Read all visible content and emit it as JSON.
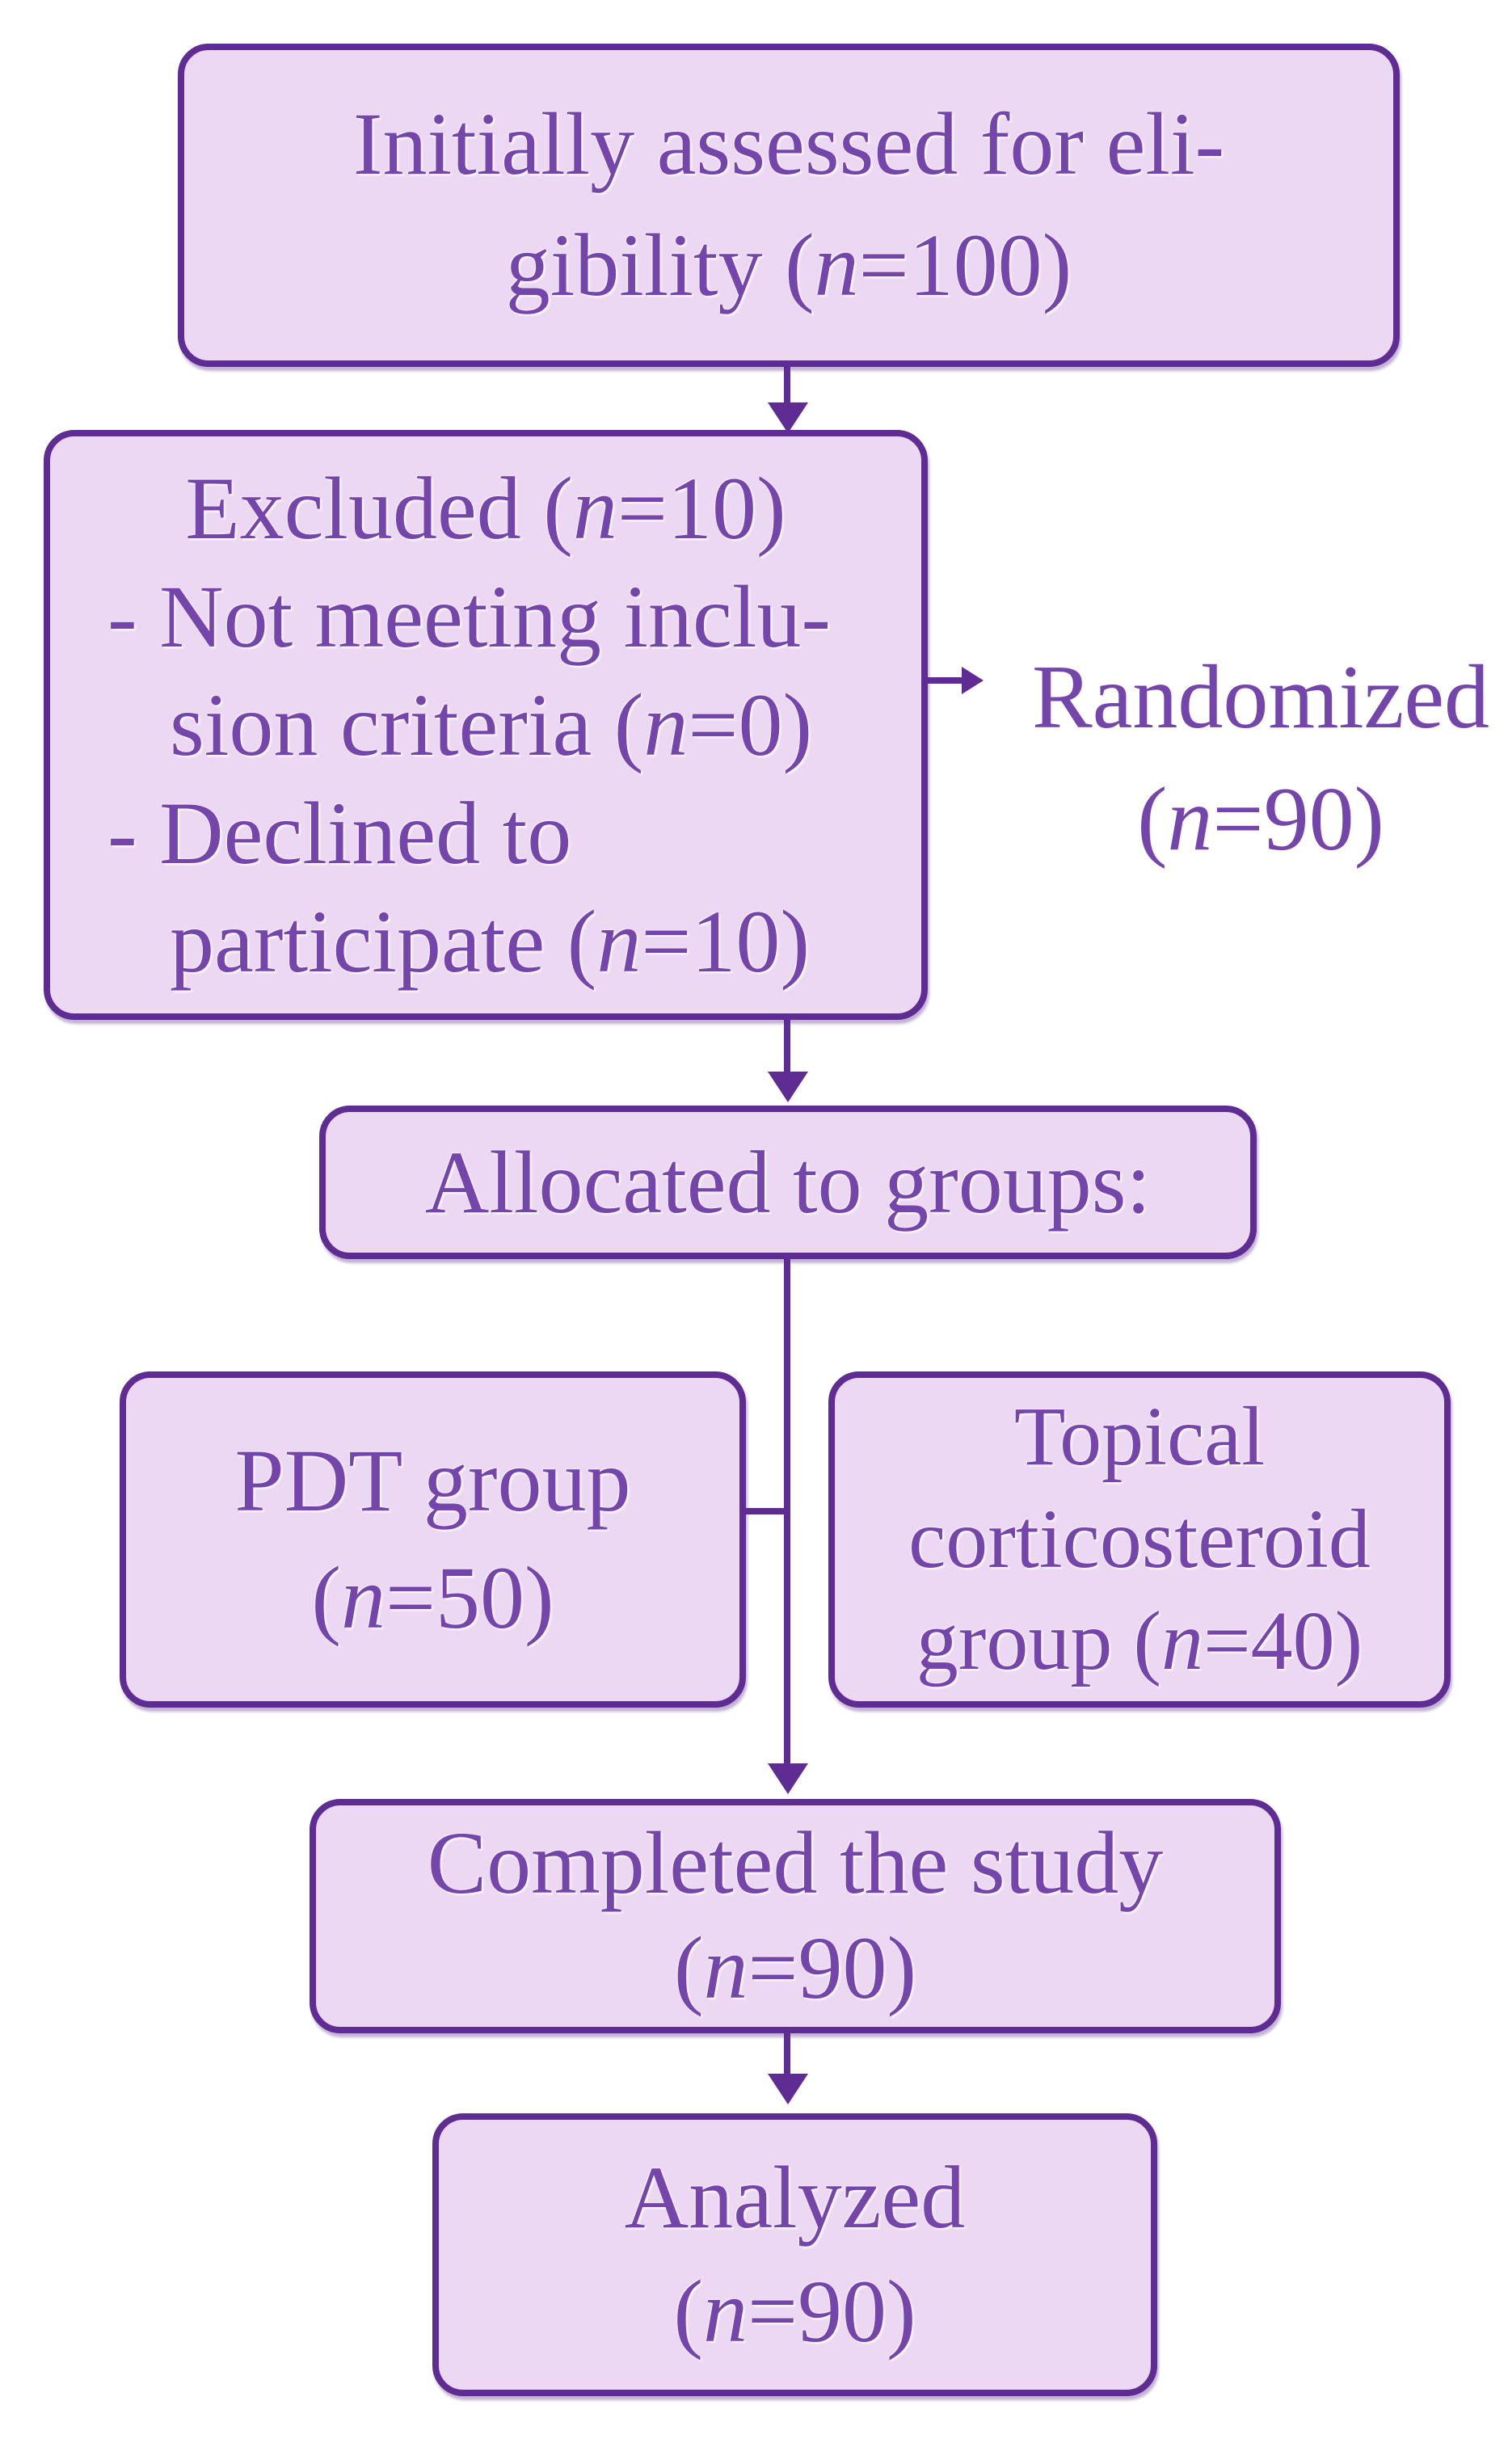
{
  "colors": {
    "page_bg": "#ffffff",
    "box_fill": "#ecd8f3",
    "box_border": "#5e2c93",
    "connector": "#5e2c93",
    "text_color": "#7445aa"
  },
  "flowchart": {
    "initially_assessed": {
      "lines": [
        [
          {
            "t": "Initially assessed for eli-"
          }
        ],
        [
          {
            "t": "gibility ("
          },
          {
            "t": "n",
            "i": true
          },
          {
            "t": "=100)"
          }
        ]
      ]
    },
    "excluded": {
      "lines": [
        [
          {
            "t": "Excluded ("
          },
          {
            "t": "n",
            "i": true
          },
          {
            "t": "=10)"
          }
        ],
        [
          {
            "t": "- Not meeting inclu-"
          }
        ],
        [
          {
            "t": "sion criteria ("
          },
          {
            "t": "n",
            "i": true
          },
          {
            "t": "=0)"
          }
        ],
        [
          {
            "t": "- Declined to"
          }
        ],
        [
          {
            "t": "participate ("
          },
          {
            "t": "n",
            "i": true
          },
          {
            "t": "=10)"
          }
        ]
      ]
    },
    "randomized": {
      "lines": [
        [
          {
            "t": "Randomized"
          }
        ],
        [
          {
            "t": "("
          },
          {
            "t": "n",
            "i": true
          },
          {
            "t": "=90)"
          }
        ]
      ]
    },
    "allocated": {
      "lines": [
        [
          {
            "t": "Allocated to groups:"
          }
        ]
      ]
    },
    "pdt_group": {
      "lines": [
        [
          {
            "t": "PDT group"
          }
        ],
        [
          {
            "t": "("
          },
          {
            "t": "n",
            "i": true
          },
          {
            "t": "=50)"
          }
        ]
      ]
    },
    "topical_group": {
      "lines": [
        [
          {
            "t": "Topical"
          }
        ],
        [
          {
            "t": "corticosteroid"
          }
        ],
        [
          {
            "t": "group ("
          },
          {
            "t": "n",
            "i": true
          },
          {
            "t": "=40)"
          }
        ]
      ]
    },
    "completed": {
      "lines": [
        [
          {
            "t": "Completed the study"
          }
        ],
        [
          {
            "t": "("
          },
          {
            "t": "n",
            "i": true
          },
          {
            "t": "=90)"
          }
        ]
      ]
    },
    "analyzed": {
      "lines": [
        [
          {
            "t": "Analyzed"
          }
        ],
        [
          {
            "t": "("
          },
          {
            "t": "n",
            "i": true
          },
          {
            "t": "=90)"
          }
        ]
      ]
    },
    "connectors": [
      {
        "from": "initially_assessed",
        "to": "excluded",
        "type": "arrow-down"
      },
      {
        "from": "excluded",
        "to": "randomized",
        "type": "arrow-right"
      },
      {
        "from": "excluded",
        "to": "allocated",
        "type": "arrow-down"
      },
      {
        "from": "allocated",
        "to": "completed",
        "type": "arrow-down-through-groups"
      },
      {
        "from": "pdt_group",
        "to": "allocated-completed-line",
        "type": "line"
      },
      {
        "from": "completed",
        "to": "analyzed",
        "type": "arrow-down"
      }
    ]
  }
}
